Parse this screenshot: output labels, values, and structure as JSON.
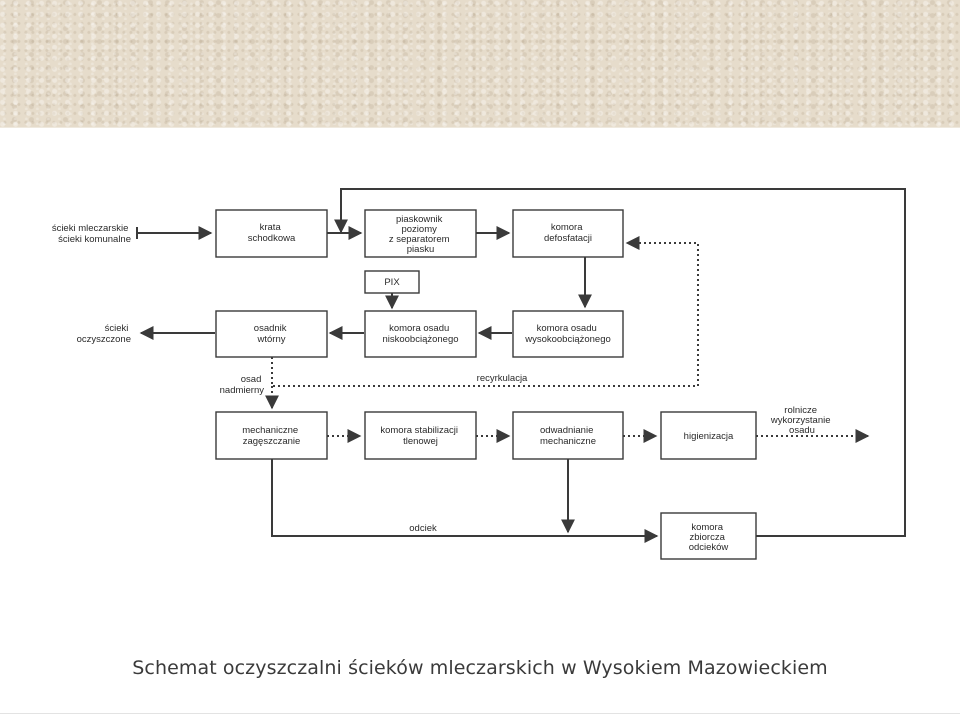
{
  "caption": "Schemat oczyszczalni ścieków mleczarskich w Wysokiem Mazowieckiem",
  "colors": {
    "banner": "#e6dccb",
    "line": "#3a3a3a",
    "box_fill": "#ffffff"
  },
  "nodes": [
    {
      "id": "krata",
      "lines": [
        "krata",
        "schodkowa"
      ]
    },
    {
      "id": "piaskownik",
      "lines": [
        "piaskownik",
        "poziomy",
        "z separatorem",
        "piasku"
      ]
    },
    {
      "id": "defosfatacji",
      "lines": [
        "komora",
        "defosfatacji"
      ]
    },
    {
      "id": "pix",
      "lines": [
        "PIX"
      ]
    },
    {
      "id": "osadnik",
      "lines": [
        "osadnik",
        "wtórny"
      ]
    },
    {
      "id": "niskoobciazonego",
      "lines": [
        "komora osadu",
        "niskoobciążonego"
      ]
    },
    {
      "id": "wysokoobciazonego",
      "lines": [
        "komora osadu",
        "wysokoobciążonego"
      ]
    },
    {
      "id": "zageszczanie",
      "lines": [
        "mechaniczne",
        "zagęszczanie"
      ]
    },
    {
      "id": "stabilizacji",
      "lines": [
        "komora stabilizacji",
        "tlenowej"
      ]
    },
    {
      "id": "odwadnianie",
      "lines": [
        "odwadnianie",
        "mechaniczne"
      ]
    },
    {
      "id": "higienizacja",
      "lines": [
        "higienizacja"
      ]
    },
    {
      "id": "zbiorcza",
      "lines": [
        "komora",
        "zbiorcza",
        "odcieków"
      ]
    }
  ],
  "labels": [
    {
      "id": "inflow",
      "lines": [
        "ścieki mleczarskie",
        "ścieki komunalne"
      ]
    },
    {
      "id": "outflow",
      "lines": [
        "ścieki",
        "oczyszczone"
      ]
    },
    {
      "id": "excess-sludge",
      "lines": [
        "osad",
        "nadmierny"
      ]
    },
    {
      "id": "recirculation",
      "lines": [
        "recyrkulacja"
      ]
    },
    {
      "id": "agriculture",
      "lines": [
        "rolnicze",
        "wykorzystanie",
        "osadu"
      ]
    },
    {
      "id": "leachate",
      "lines": [
        "odciek"
      ]
    }
  ]
}
